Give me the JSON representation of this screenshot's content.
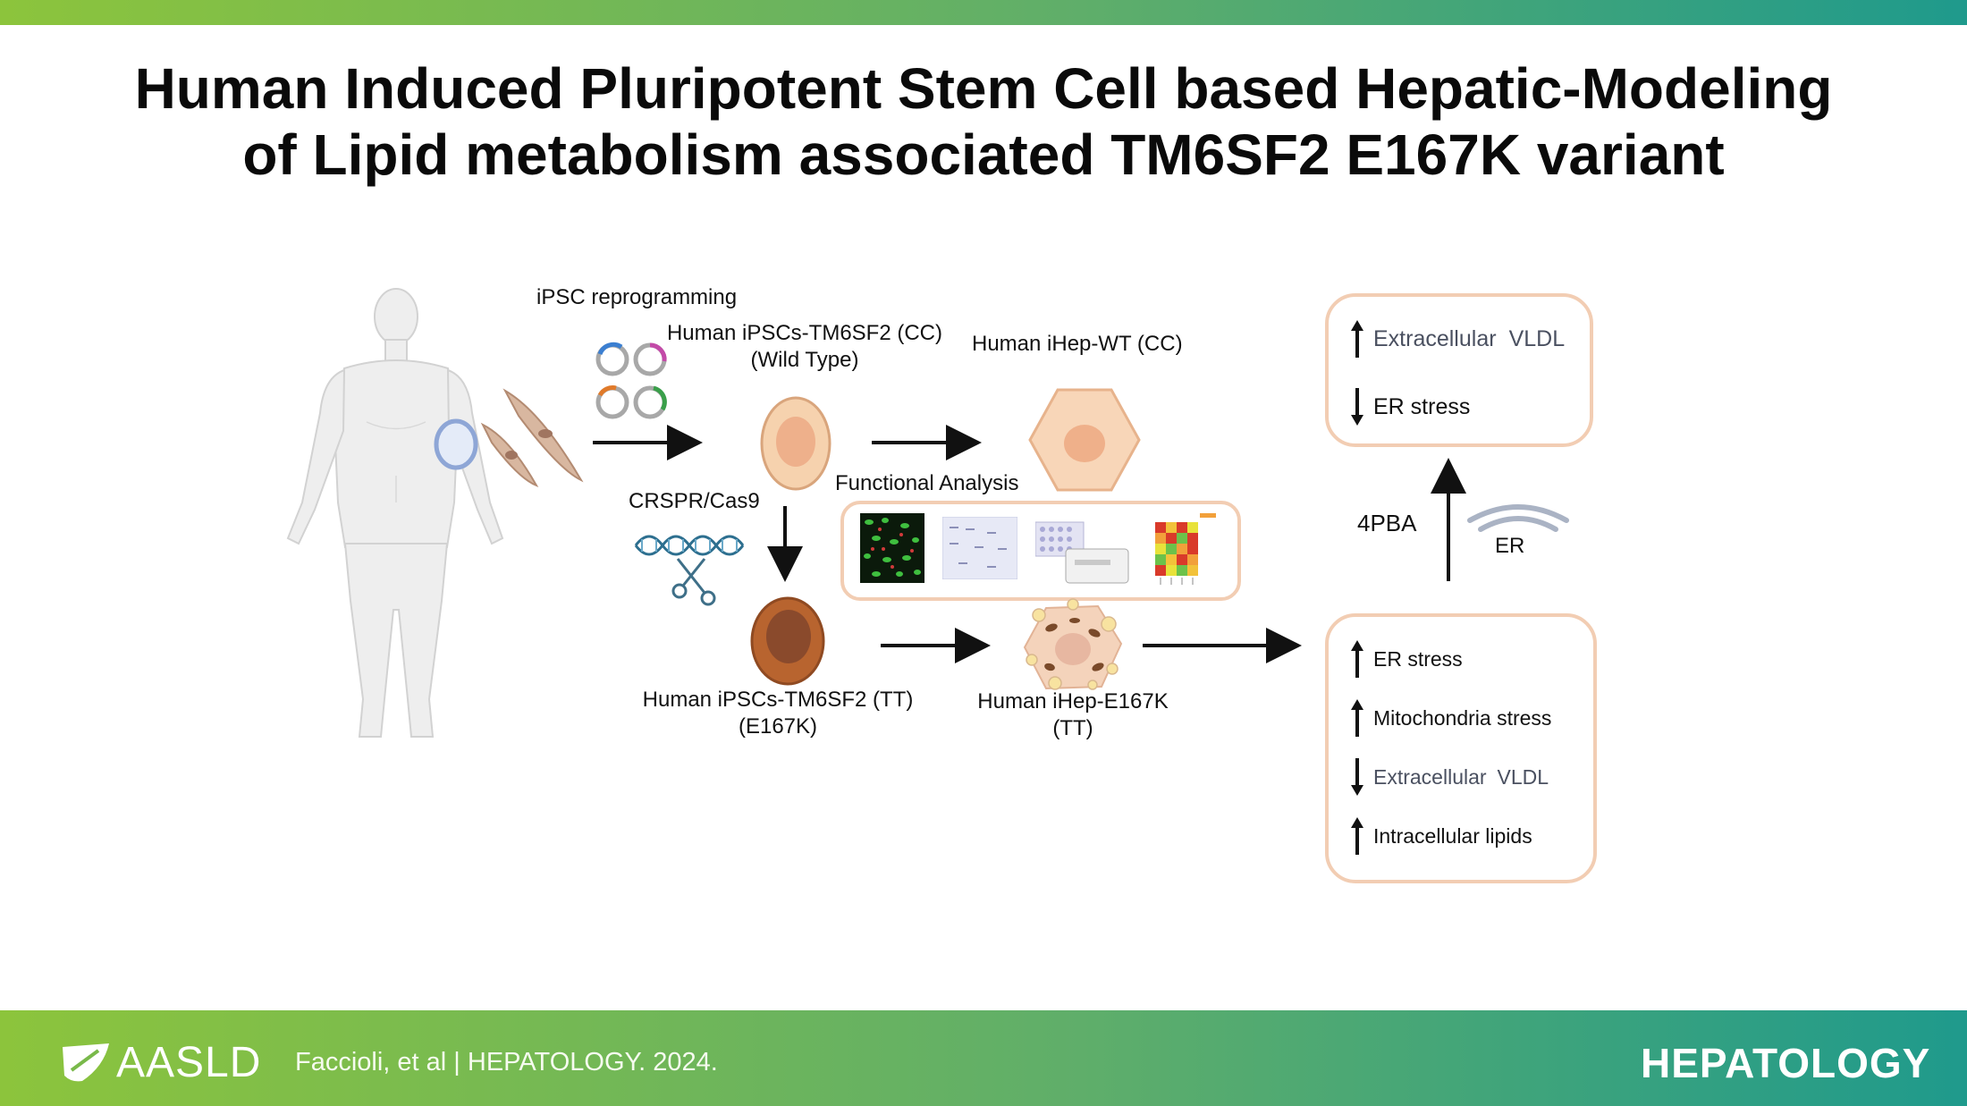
{
  "title": {
    "line1": "Human Induced Pluripotent Stem Cell based Hepatic-Modeling",
    "line2": "of Lipid metabolism associated TM6SF2 E167K variant"
  },
  "diagram": {
    "ipsc_reprogramming": "iPSC reprogramming",
    "ipsc_wt": {
      "line1": "Human iPSCs-TM6SF2 (CC)",
      "line2": "(Wild Type)"
    },
    "ihep_wt": "Human iHep-WT (CC)",
    "crispr": "CRSPR/Cas9",
    "functional_analysis": "Functional Analysis",
    "ipsc_tt": {
      "line1": "Human iPSCs-TM6SF2 (TT)",
      "line2": "(E167K)"
    },
    "ihep_e167k": {
      "line1": "Human iHep-E167K",
      "line2": "(TT)"
    },
    "treatment": "4PBA",
    "er_label": "ER",
    "rescue_box": [
      {
        "direction": "up",
        "text1": "Extracellular",
        "text2": "VLDL",
        "muted": true
      },
      {
        "direction": "down",
        "text1": "ER stress",
        "text2": "",
        "muted": false
      }
    ],
    "phenotype_box": [
      {
        "direction": "up",
        "text1": "ER stress",
        "text2": "",
        "muted": false
      },
      {
        "direction": "up",
        "text1": "Mitochondria stress",
        "text2": "",
        "muted": false
      },
      {
        "direction": "down",
        "text1": "Extracellular",
        "text2": "VLDL",
        "muted": true
      },
      {
        "direction": "up",
        "text1": "Intracellular lipids",
        "text2": "",
        "muted": false
      }
    ]
  },
  "footer": {
    "org": "AASLD",
    "citation": "Faccioli, et al  |  HEPATOLOGY. 2024.",
    "journal": "HEPATOLOGY"
  },
  "colors": {
    "gradient_start": "#8cc43c",
    "gradient_end": "#1f9a8c",
    "box_border": "#f2cdb3",
    "cell_light": "#f3c9a1",
    "cell_dark": "#b86a3a"
  }
}
